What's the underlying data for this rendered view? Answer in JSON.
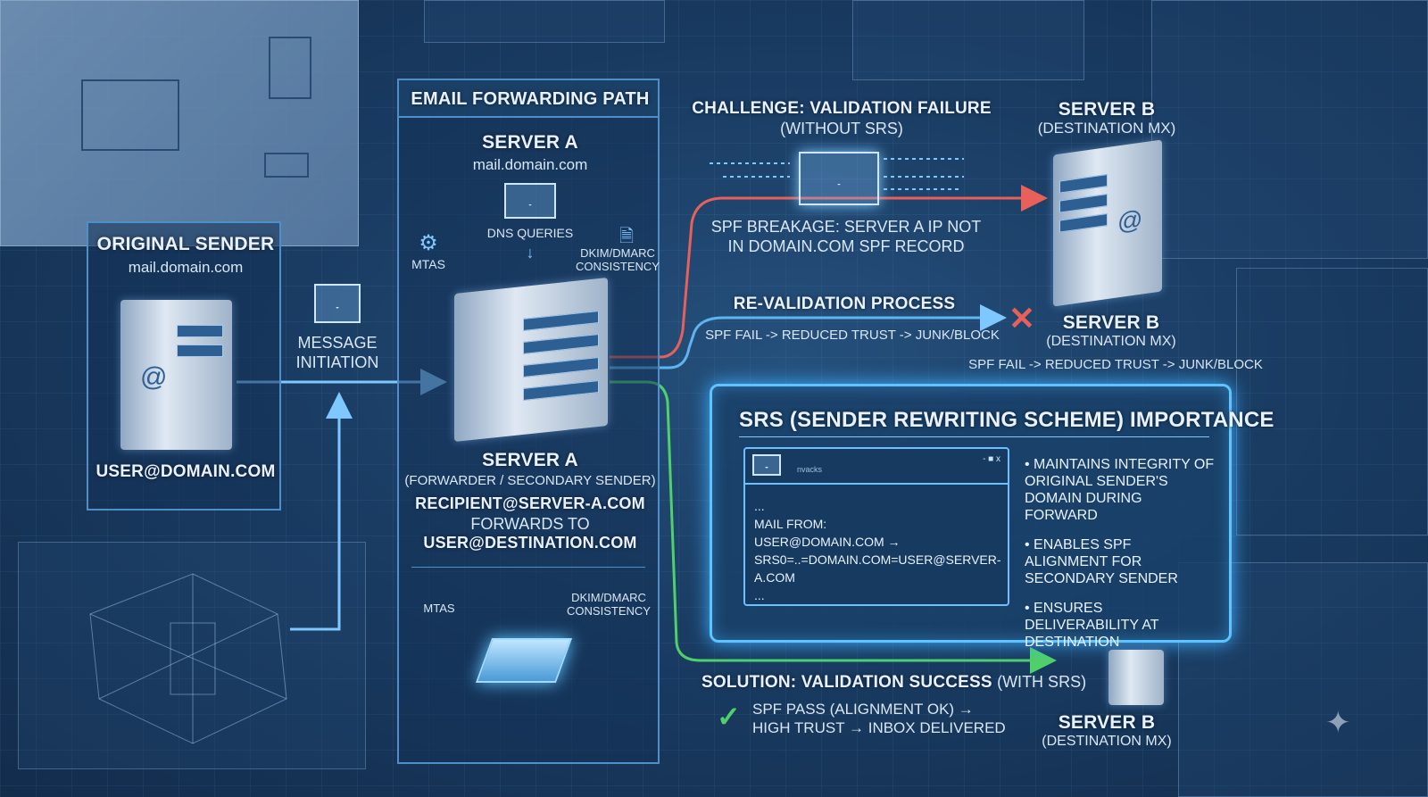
{
  "original_sender": {
    "title": "ORIGINAL SENDER",
    "domain": "mail.domain.com",
    "address": "USER@DOMAIN.COM"
  },
  "message_initiation": {
    "line1": "MESSAGE",
    "line2": "INITIATION"
  },
  "forwarding_path": {
    "title": "EMAIL FORWARDING PATH",
    "server_title": "SERVER A",
    "server_domain": "mail.domain.com",
    "dns_queries": "DNS QUERIES",
    "mtas": "MTAS",
    "dkim_line1": "DKIM/DMARC",
    "dkim_line2": "CONSISTENCY",
    "role_title": "SERVER A",
    "role_sub": "(FORWARDER / SECONDARY SENDER)",
    "recipient": "RECIPIENT@SERVER-A.COM",
    "forwards_to": "FORWARDS TO",
    "destination": "USER@DESTINATION.COM",
    "bottom_mtas": "MTAS",
    "bottom_dkim_line1": "DKIM/DMARC",
    "bottom_dkim_line2": "CONSISTENCY"
  },
  "challenge": {
    "title": "CHALLENGE: VALIDATION FAILURE",
    "sub": "(WITHOUT SRS)",
    "line1": "SPF BREAKAGE: SERVER A IP NOT",
    "line2": "IN DOMAIN.COM SPF RECORD"
  },
  "server_b_top": {
    "title": "SERVER B",
    "sub": "(DESTINATION MX)"
  },
  "revalidation": {
    "title": "RE-VALIDATION PROCESS",
    "flow": "SPF FAIL -> REDUCED TRUST -> JUNK/BLOCK"
  },
  "server_b_mid": {
    "title": "SERVER B",
    "sub": "(DESTINATION MX)",
    "flow": "SPF FAIL -> REDUCED TRUST -> JUNK/BLOCK"
  },
  "srs": {
    "title": "SRS (SENDER REWRITING SCHEME) IMPORTANCE",
    "window_tab": "nvacks",
    "window_controls": "- ■ x",
    "code": [
      "...",
      "MAIL FROM:",
      "USER@DOMAIN.COM →",
      "SRS0=..=DOMAIN.COM=USER@SERVER-A.COM",
      "..."
    ],
    "bullets": [
      "MAINTAINS INTEGRITY OF ORIGINAL SENDER'S DOMAIN DURING FORWARD",
      "ENABLES SPF ALIGNMENT FOR SECONDARY SENDER",
      "ENSURES DELIVERABILITY AT DESTINATION"
    ]
  },
  "solution": {
    "title": "SOLUTION: VALIDATION SUCCESS",
    "title_suffix": "(WITH SRS)",
    "line1": "SPF PASS (ALIGNMENT OK) →",
    "line2": "HIGH TRUST → INBOX DELIVERED"
  },
  "server_b_bottom": {
    "title": "SERVER B",
    "sub": "(DESTINATION MX)"
  },
  "colors": {
    "fail": "#e8605a",
    "revalidate": "#5fb4ee",
    "success": "#4fd06a",
    "glow": "#5ec4ff"
  }
}
